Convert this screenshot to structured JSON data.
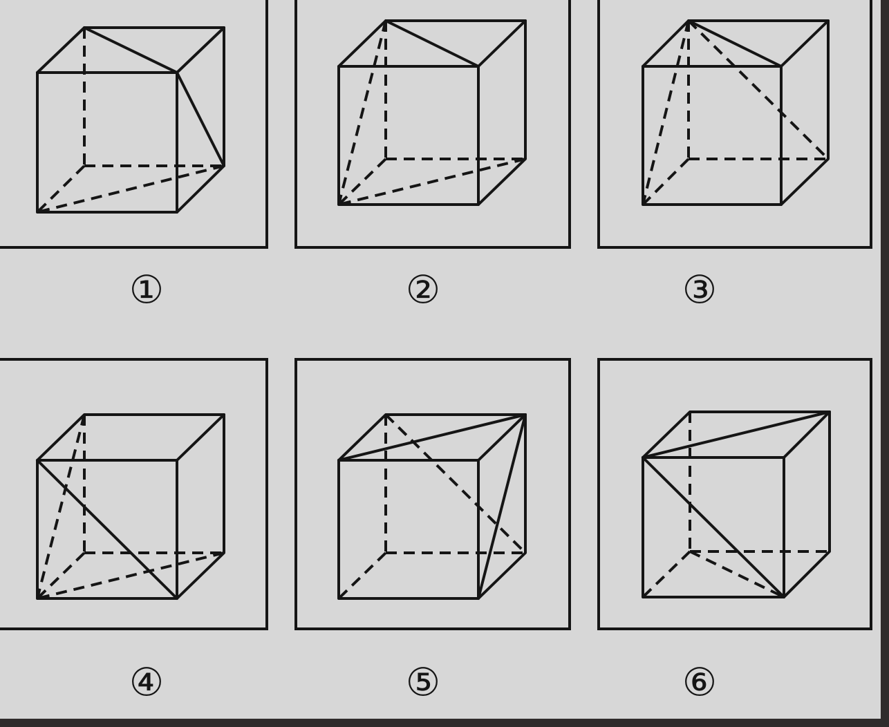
{
  "panels": [
    {
      "label": "①"
    },
    {
      "label": "②"
    },
    {
      "label": "③"
    },
    {
      "label": "④"
    },
    {
      "label": "⑤"
    },
    {
      "label": "⑥"
    }
  ]
}
